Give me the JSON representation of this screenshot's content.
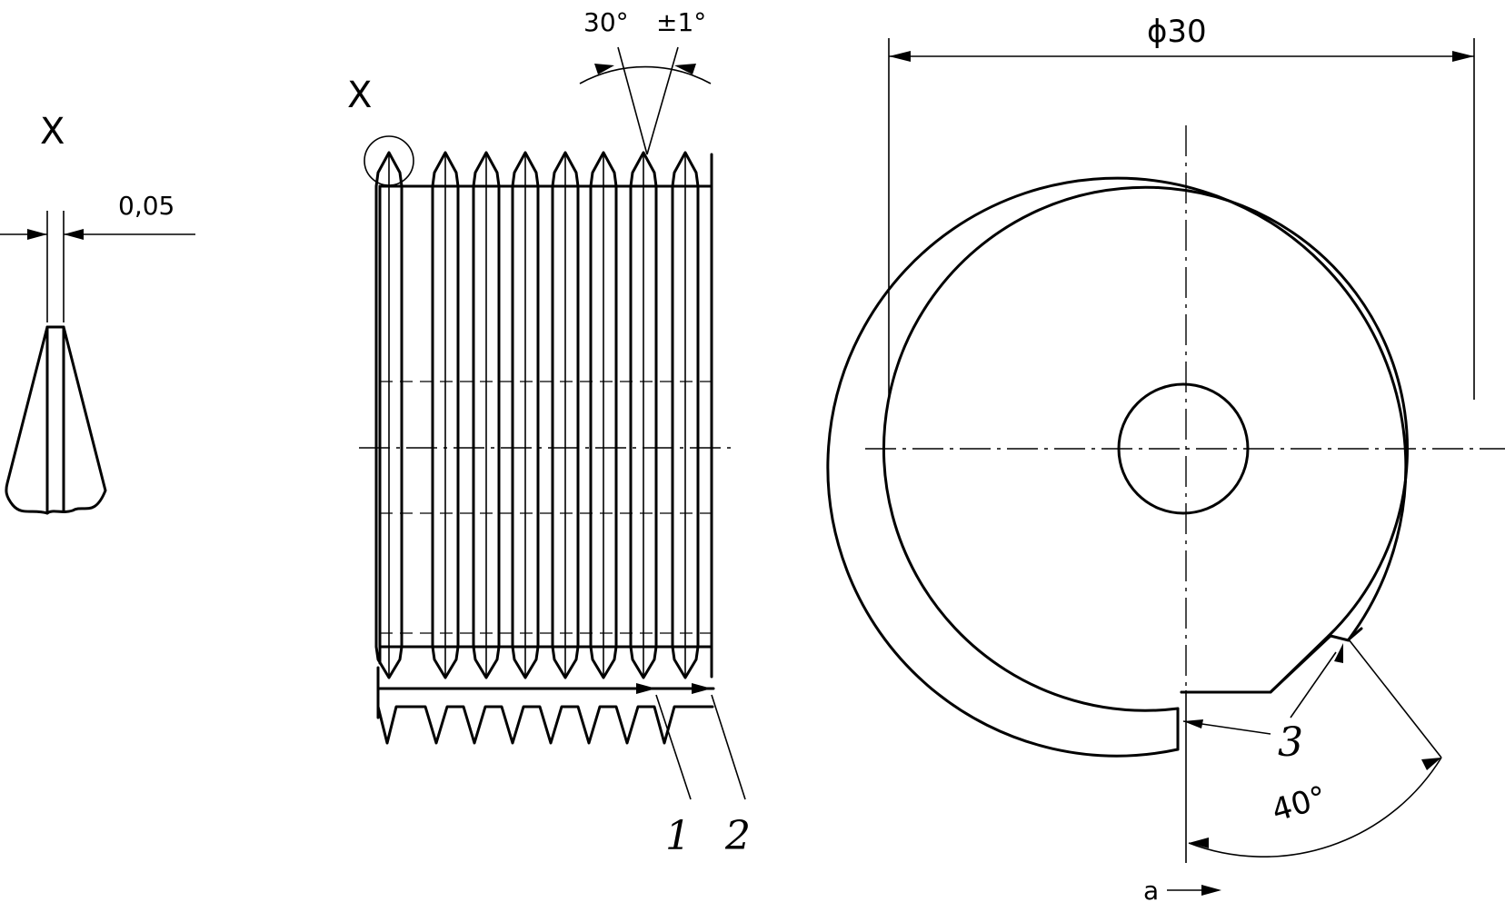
{
  "detail": {
    "title": "X",
    "dimension": "0,05"
  },
  "side_view": {
    "detail_marker": "X",
    "angle": "30°",
    "tolerance": "±1°",
    "callouts": [
      "1",
      "2"
    ]
  },
  "front_view": {
    "diameter": "ϕ30",
    "callout": "3",
    "angle": "40°",
    "direction": "a"
  }
}
